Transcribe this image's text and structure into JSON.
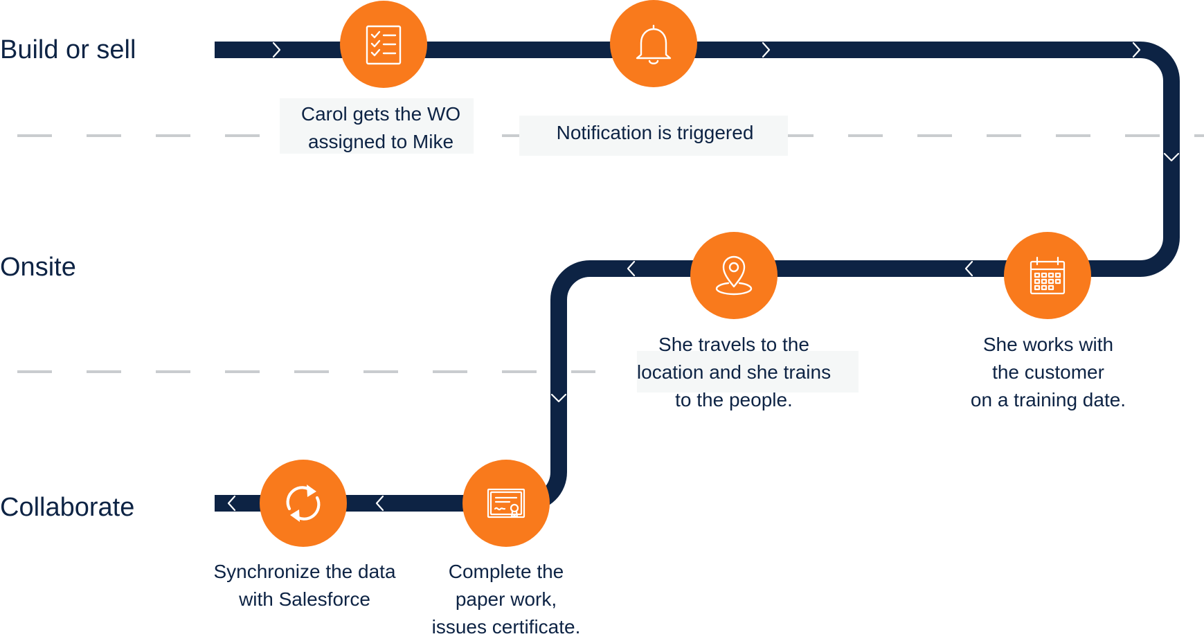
{
  "lanes": {
    "build": "Build or sell",
    "onsite": "Onsite",
    "collaborate": "Collaborate"
  },
  "steps": {
    "wo": {
      "icon": "checklist-icon",
      "lines": [
        "Carol gets the WO",
        "assigned to Mike"
      ]
    },
    "notification": {
      "icon": "bell-icon",
      "lines": [
        "Notification is triggered"
      ]
    },
    "schedule": {
      "icon": "calendar-icon",
      "lines": [
        "She works with",
        "the customer",
        "on a training date."
      ]
    },
    "travel": {
      "icon": "map-pin-icon",
      "lines": [
        "She travels to the",
        "location and she trains",
        "to the people."
      ]
    },
    "paperwork": {
      "icon": "certificate-icon",
      "lines": [
        "Complete the",
        "paper work,",
        "issues certificate."
      ]
    },
    "sync": {
      "icon": "sync-icon",
      "lines": [
        "Synchronize the data",
        "with Salesforce"
      ]
    }
  },
  "colors": {
    "track": "#0d2344",
    "node": "#f97a1c",
    "divider": "#c9cccf",
    "text": "#0d2344",
    "caption_bg": "#f5f7f7"
  }
}
